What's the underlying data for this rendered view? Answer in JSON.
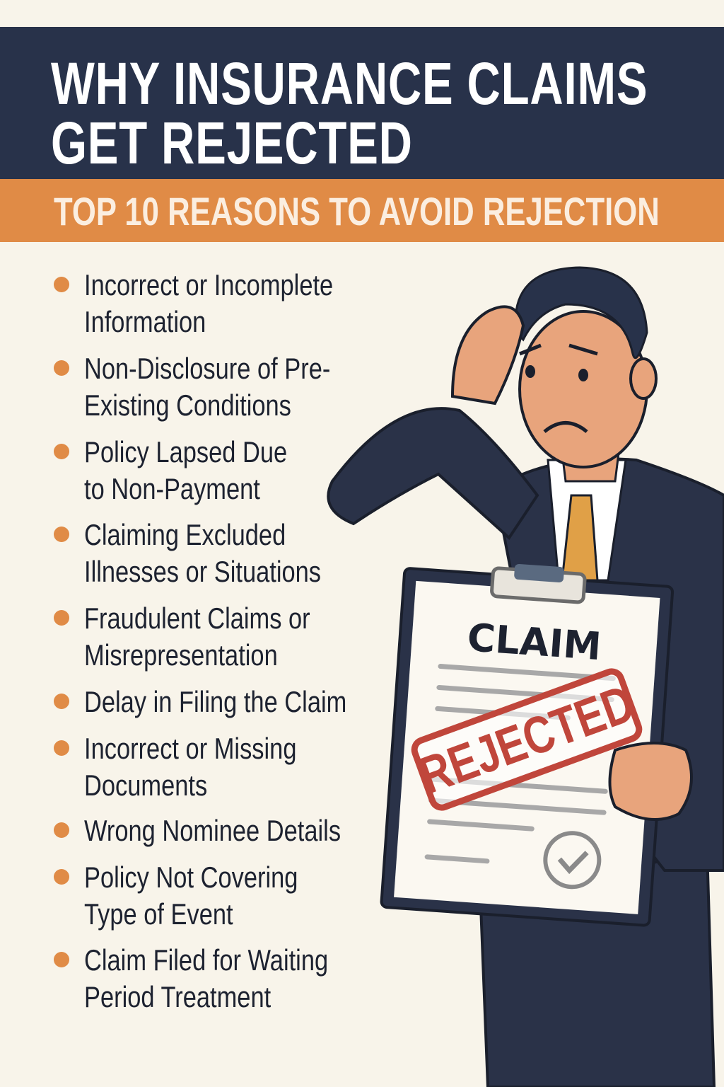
{
  "header": {
    "title_line1": "WHY INSURANCE CLAIMS",
    "title_line2": "GET REJECTED",
    "subtitle": "TOP 10 REASONS TO AVOID REJECTION"
  },
  "reasons": [
    {
      "text": "Incorrect or Incomplete\nInformation"
    },
    {
      "text": "Non-Disclosure of Pre-\nExisting Conditions"
    },
    {
      "text": "Policy Lapsed Due\nto Non-Payment"
    },
    {
      "text": "Claiming Excluded\nIllnesses or Situations"
    },
    {
      "text": "Fraudulent Claims or\nMisrepresentation"
    },
    {
      "text": "Delay in Filing the Claim"
    },
    {
      "text": "Incorrect or Missing\nDocuments"
    },
    {
      "text": "Wrong Nominee Details"
    },
    {
      "text": "Policy Not Covering\nType of Event"
    },
    {
      "text": "Claim Filed for Waiting\nPeriod Treatment"
    }
  ],
  "illustration": {
    "clipboard_title": "CLAIM",
    "stamp": "REJECTED",
    "icon": "check-circle-icon"
  },
  "colors": {
    "navy": "#28324a",
    "orange": "#e08b46",
    "background": "#f8f4ea",
    "stamp_red": "#c0463b"
  }
}
